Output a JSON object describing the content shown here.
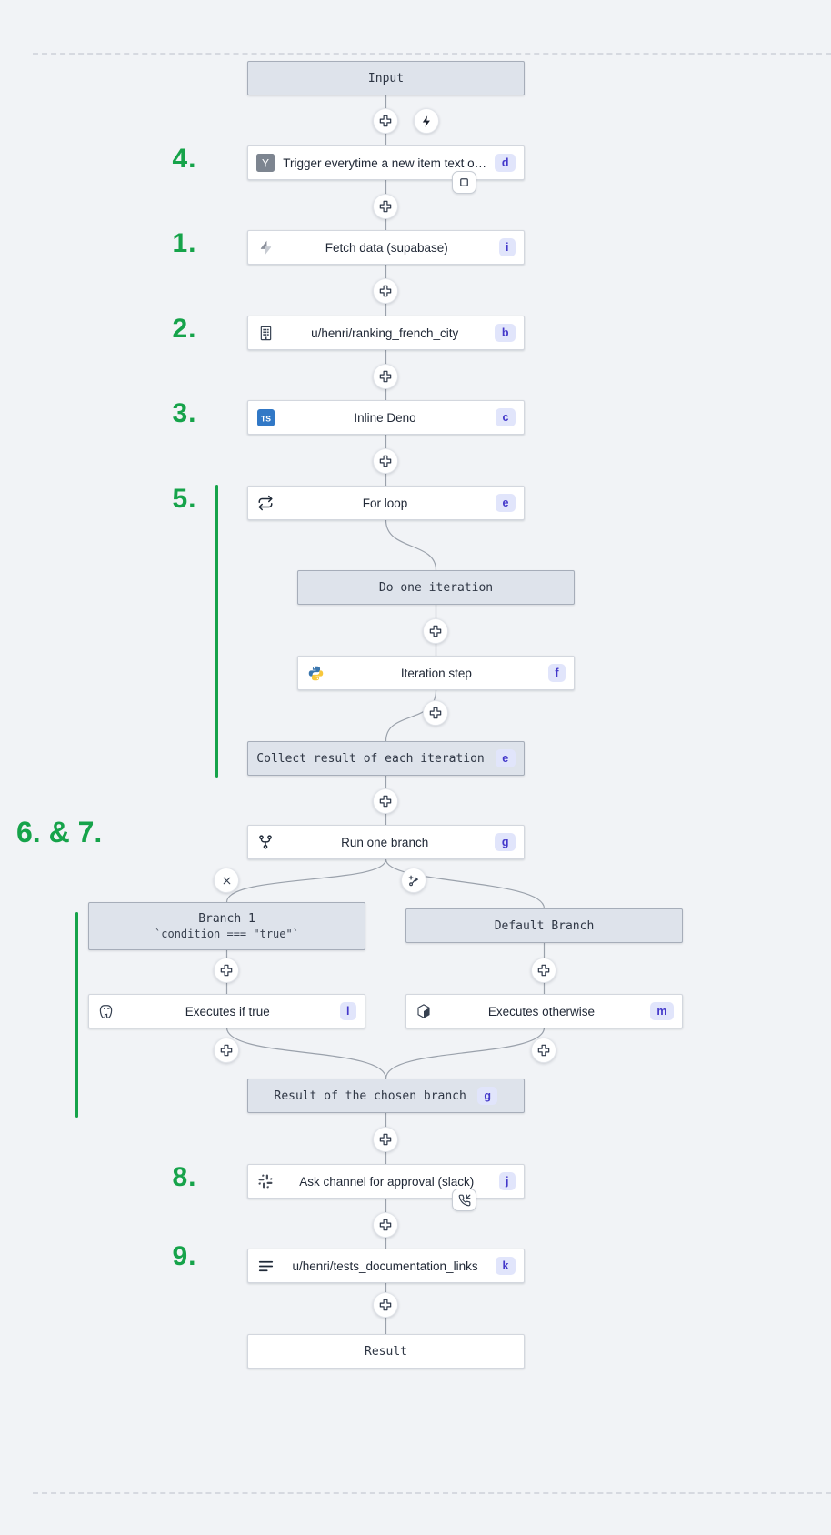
{
  "colors": {
    "canvas_bg": "#f1f3f6",
    "annotation_green": "#16a34a",
    "virtual_node_bg": "#dee3eb",
    "virtual_node_border": "#a6adb9",
    "step_node_bg": "#ffffff",
    "badge_bg": "#e1e5fb",
    "badge_text": "#4338ca",
    "edge": "#9aa1ab",
    "typescript_blue": "#3178c6",
    "python_blue": "#3a76ae",
    "python_yellow": "#f7c73c"
  },
  "annotations": {
    "n4": "4.",
    "n1": "1.",
    "n2": "2.",
    "n3": "3.",
    "n5": "5.",
    "n67": "6. & 7.",
    "n8": "8.",
    "n9": "9."
  },
  "nodes": {
    "input": {
      "label": "Input"
    },
    "trigger": {
      "label": "Trigger everytime a new item text o…",
      "badge": "d",
      "icon": "hackernews-y-icon"
    },
    "fetch": {
      "label": "Fetch data (supabase)",
      "badge": "i",
      "icon": "supabase-bolt-icon"
    },
    "ranking": {
      "label": "u/henri/ranking_french_city",
      "badge": "b",
      "icon": "building-icon"
    },
    "deno": {
      "label": "Inline Deno",
      "badge": "c",
      "icon": "typescript-icon"
    },
    "forloop": {
      "label": "For loop",
      "badge": "e",
      "icon": "repeat-icon"
    },
    "do_iter": {
      "label": "Do one iteration"
    },
    "iter_step": {
      "label": "Iteration step",
      "badge": "f",
      "icon": "python-icon"
    },
    "collect": {
      "label": "Collect result of each iteration",
      "badge": "e"
    },
    "run_branch": {
      "label": "Run one branch",
      "badge": "g",
      "icon": "branch-fork-icon"
    },
    "branch1": {
      "label": "Branch 1",
      "sublabel": "`condition === \"true\"`"
    },
    "default_branch": {
      "label": "Default Branch"
    },
    "exec_true": {
      "label": "Executes if true",
      "badge": "l",
      "icon": "postgresql-icon"
    },
    "exec_otherwise": {
      "label": "Executes otherwise",
      "badge": "m",
      "icon": "cube-icon"
    },
    "chosen_result": {
      "label": "Result of the chosen branch",
      "badge": "g"
    },
    "ask_slack": {
      "label": "Ask channel for approval (slack)",
      "badge": "j",
      "icon": "slack-icon"
    },
    "tests_doc": {
      "label": "u/henri/tests_documentation_links",
      "badge": "k",
      "icon": "align-left-icon"
    },
    "result": {
      "label": "Result"
    }
  },
  "icons": [
    "insert-step-plus-icon",
    "trigger-bolt-icon",
    "remove-branch-x-icon",
    "add-branch-icon",
    "early-stop-square-icon",
    "phone-incoming-suspend-icon"
  ]
}
